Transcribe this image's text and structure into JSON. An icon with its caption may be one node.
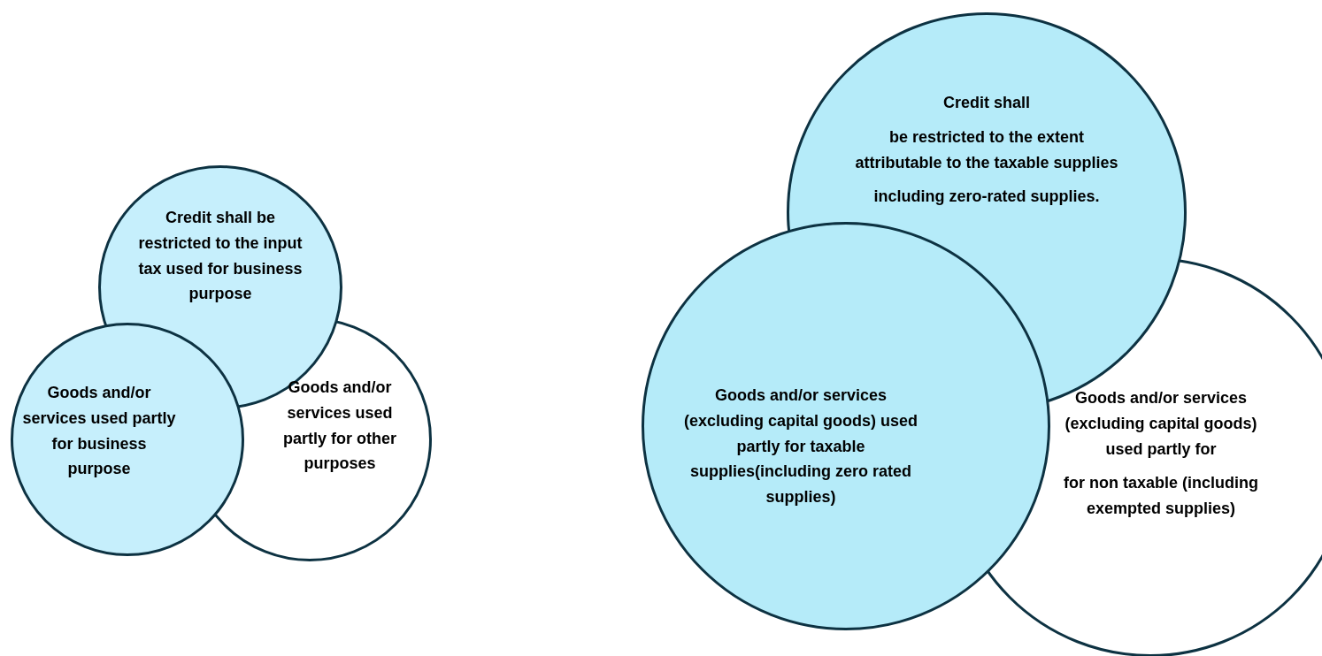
{
  "diagram": {
    "nodes": [
      {
        "text": [
          "Credit shall  be restricted to the input tax used for business purpose"
        ]
      },
      {
        "text": [
          "Goods and/or services  used partly for business purpose"
        ]
      },
      {
        "text": [
          "Goods and/or services  used partly for other purposes"
        ]
      },
      {
        "text": [
          "Credit shall",
          "be restricted to the extent attributable to the taxable supplies",
          "including zero-rated supplies."
        ]
      },
      {
        "text": [
          "Goods and/or services (excluding capital goods) used partly for taxable supplies(including zero rated supplies)"
        ]
      },
      {
        "text": [
          "Goods and/or services (excluding capital goods) used partly for",
          "for non taxable (including exempted supplies)"
        ]
      }
    ]
  }
}
